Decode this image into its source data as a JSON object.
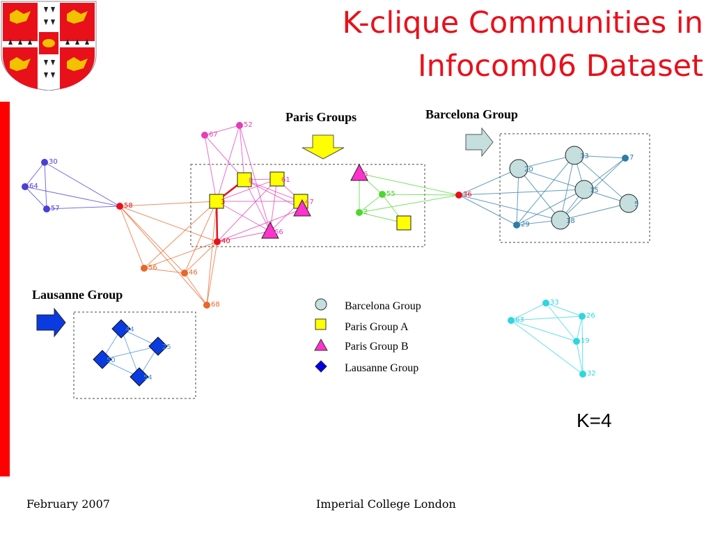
{
  "title": {
    "line1": "K-clique Communities in",
    "line2": "Infocom06 Dataset"
  },
  "group_labels": {
    "paris": "Paris Groups",
    "barcelona": "Barcelona Group",
    "lausanne": "Lausanne Group"
  },
  "legend": {
    "items": [
      {
        "label": "Barcelona Group",
        "shape": "circle",
        "color": "#c5dede"
      },
      {
        "label": "Paris Group A",
        "shape": "square",
        "color": "#ffff00"
      },
      {
        "label": "Paris Group B",
        "shape": "triangle",
        "color": "#ff33cc"
      },
      {
        "label": "Lausanne Group",
        "shape": "diamond",
        "color": "#0000ee"
      }
    ]
  },
  "k_value": "K=4",
  "footer": {
    "date": "February 2007",
    "institution": "Imperial College London"
  },
  "graph": {
    "colors": {
      "purple": "#4a3fd6",
      "pink": "#e23fb5",
      "orange": "#e8672a",
      "red": "#e8101b",
      "green": "#4fd62f",
      "steel": "#2e7ca8",
      "cyan": "#2fd6e0",
      "lausanne": "#4a8fd6"
    },
    "node_labels": {
      "n30": "30",
      "n64": "64",
      "n57": "57",
      "n58": "58",
      "n67": "67",
      "n52": "52",
      "n8": "8",
      "n61": "61",
      "n3": "3",
      "n47": "47",
      "n40": "40",
      "n66": "66",
      "n6": "6",
      "n55": "55",
      "n2": "2",
      "n36": "36",
      "n56": "56",
      "n46": "46",
      "n68": "68",
      "b13": "13",
      "b7": "7",
      "b20": "20",
      "b15": "15",
      "b5": "5",
      "b29": "29",
      "b18": "18",
      "l44": "44",
      "l25": "25",
      "l50": "50",
      "l54": "54",
      "c33": "33",
      "c63": "63",
      "c26": "26",
      "c19": "19",
      "c32": "32"
    }
  }
}
